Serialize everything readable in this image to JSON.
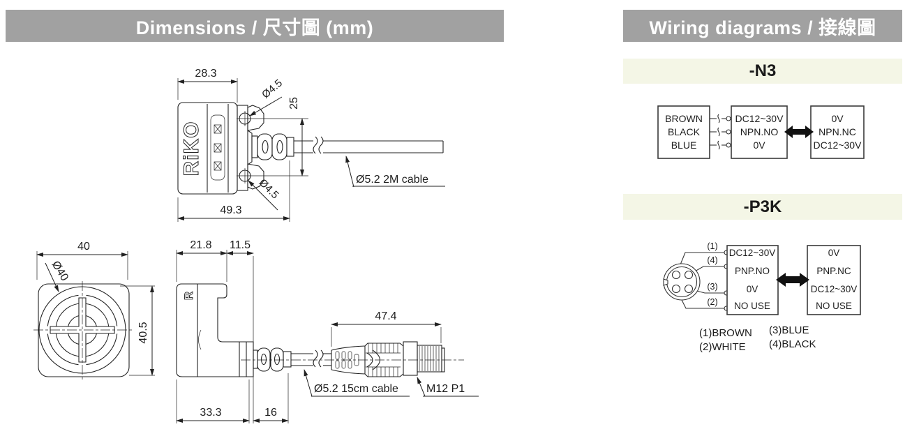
{
  "colors": {
    "header_bg": "#a1a1a1",
    "header_text": "#ffffff",
    "subheader_bg": "#f4f6e6",
    "line": "#222222",
    "legend_text": "#8c8c8c"
  },
  "headers": {
    "dimensions": "Dimensions / 尺寸圖 (mm)",
    "wiring": "Wiring diagrams / 接線圖"
  },
  "top_view": {
    "brand": "RiKO",
    "dim_width_top": "28.3",
    "dim_hole_top": "Ø4.5",
    "dim_hole_bottom": "Ø4.5",
    "dim_hole_pitch": "25",
    "dim_width_bottom": "49.3",
    "cable_label": "Ø5.2 2M cable"
  },
  "front_view": {
    "dim_width": "40",
    "dim_face_diameter": "Ø40",
    "dim_height": "40.5"
  },
  "side_view": {
    "brand": "R",
    "dim_body": "21.8",
    "dim_head": "11.5",
    "dim_connector": "47.4",
    "dim_total": "33.3",
    "dim_gland": "16",
    "cable_label": "Ø5.2 15cm cable",
    "connector_label": "M12 P1"
  },
  "wiring_n3": {
    "title": "-N3",
    "wires": [
      "BROWN",
      "BLACK",
      "BLUE"
    ],
    "output_box": [
      "DC12~30V",
      "NPN.NO",
      "0V"
    ],
    "alt_box": [
      "0V",
      "NPN.NC",
      "DC12~30V"
    ]
  },
  "wiring_p3k": {
    "title": "-P3K",
    "pins": [
      "(1)",
      "(4)",
      "(3)",
      "(2)"
    ],
    "output_box": [
      "DC12~30V",
      "PNP.NO",
      "0V",
      "NO USE"
    ],
    "alt_box": [
      "0V",
      "PNP.NC",
      "DC12~30V",
      "NO USE"
    ],
    "legend": [
      "(1)BROWN",
      "(2)WHITE",
      "(3)BLUE",
      "(4)BLACK"
    ]
  }
}
